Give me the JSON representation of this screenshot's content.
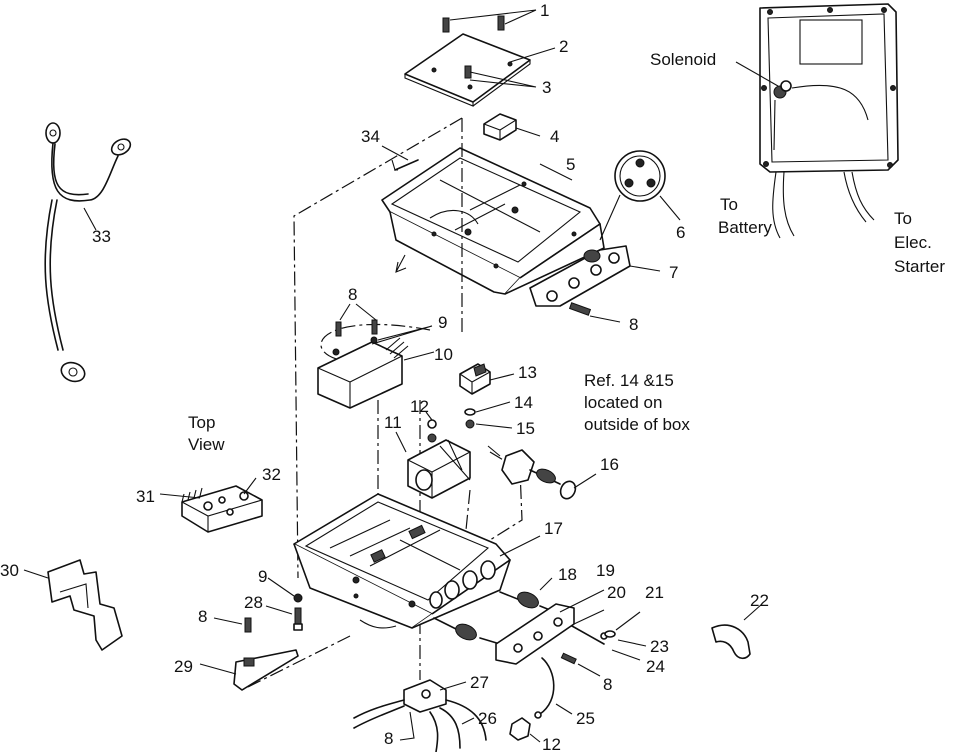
{
  "labels": {
    "n1": "1",
    "n2": "2",
    "n3": "3",
    "n4": "4",
    "n5": "5",
    "n6": "6",
    "n7": "7",
    "n8a": "8",
    "n8b": "8",
    "n8c": "8",
    "n8d": "8",
    "n8e": "8",
    "n9a": "9",
    "n9b": "9",
    "n10": "10",
    "n11": "11",
    "n12a": "12",
    "n12b": "12",
    "n13": "13",
    "n14": "14",
    "n15": "15",
    "n16": "16",
    "n17": "17",
    "n18": "18",
    "n19": "19",
    "n20": "20",
    "n21": "21",
    "n22": "22",
    "n23": "23",
    "n24": "24",
    "n25": "25",
    "n26": "26",
    "n27": "27",
    "n28": "28",
    "n29": "29",
    "n30": "30",
    "n31": "31",
    "n32": "32",
    "n33": "33",
    "n34": "34"
  },
  "notes": {
    "solenoid": "Solenoid",
    "to_battery_1": "To",
    "to_battery_2": "Battery",
    "to_starter_1": "To",
    "to_starter_2": "Elec.",
    "to_starter_3": "Starter",
    "ref_1": "Ref. 14 &15",
    "ref_2": "located on",
    "ref_3": "outside of box",
    "top_view_1": "Top",
    "top_view_2": "View"
  }
}
